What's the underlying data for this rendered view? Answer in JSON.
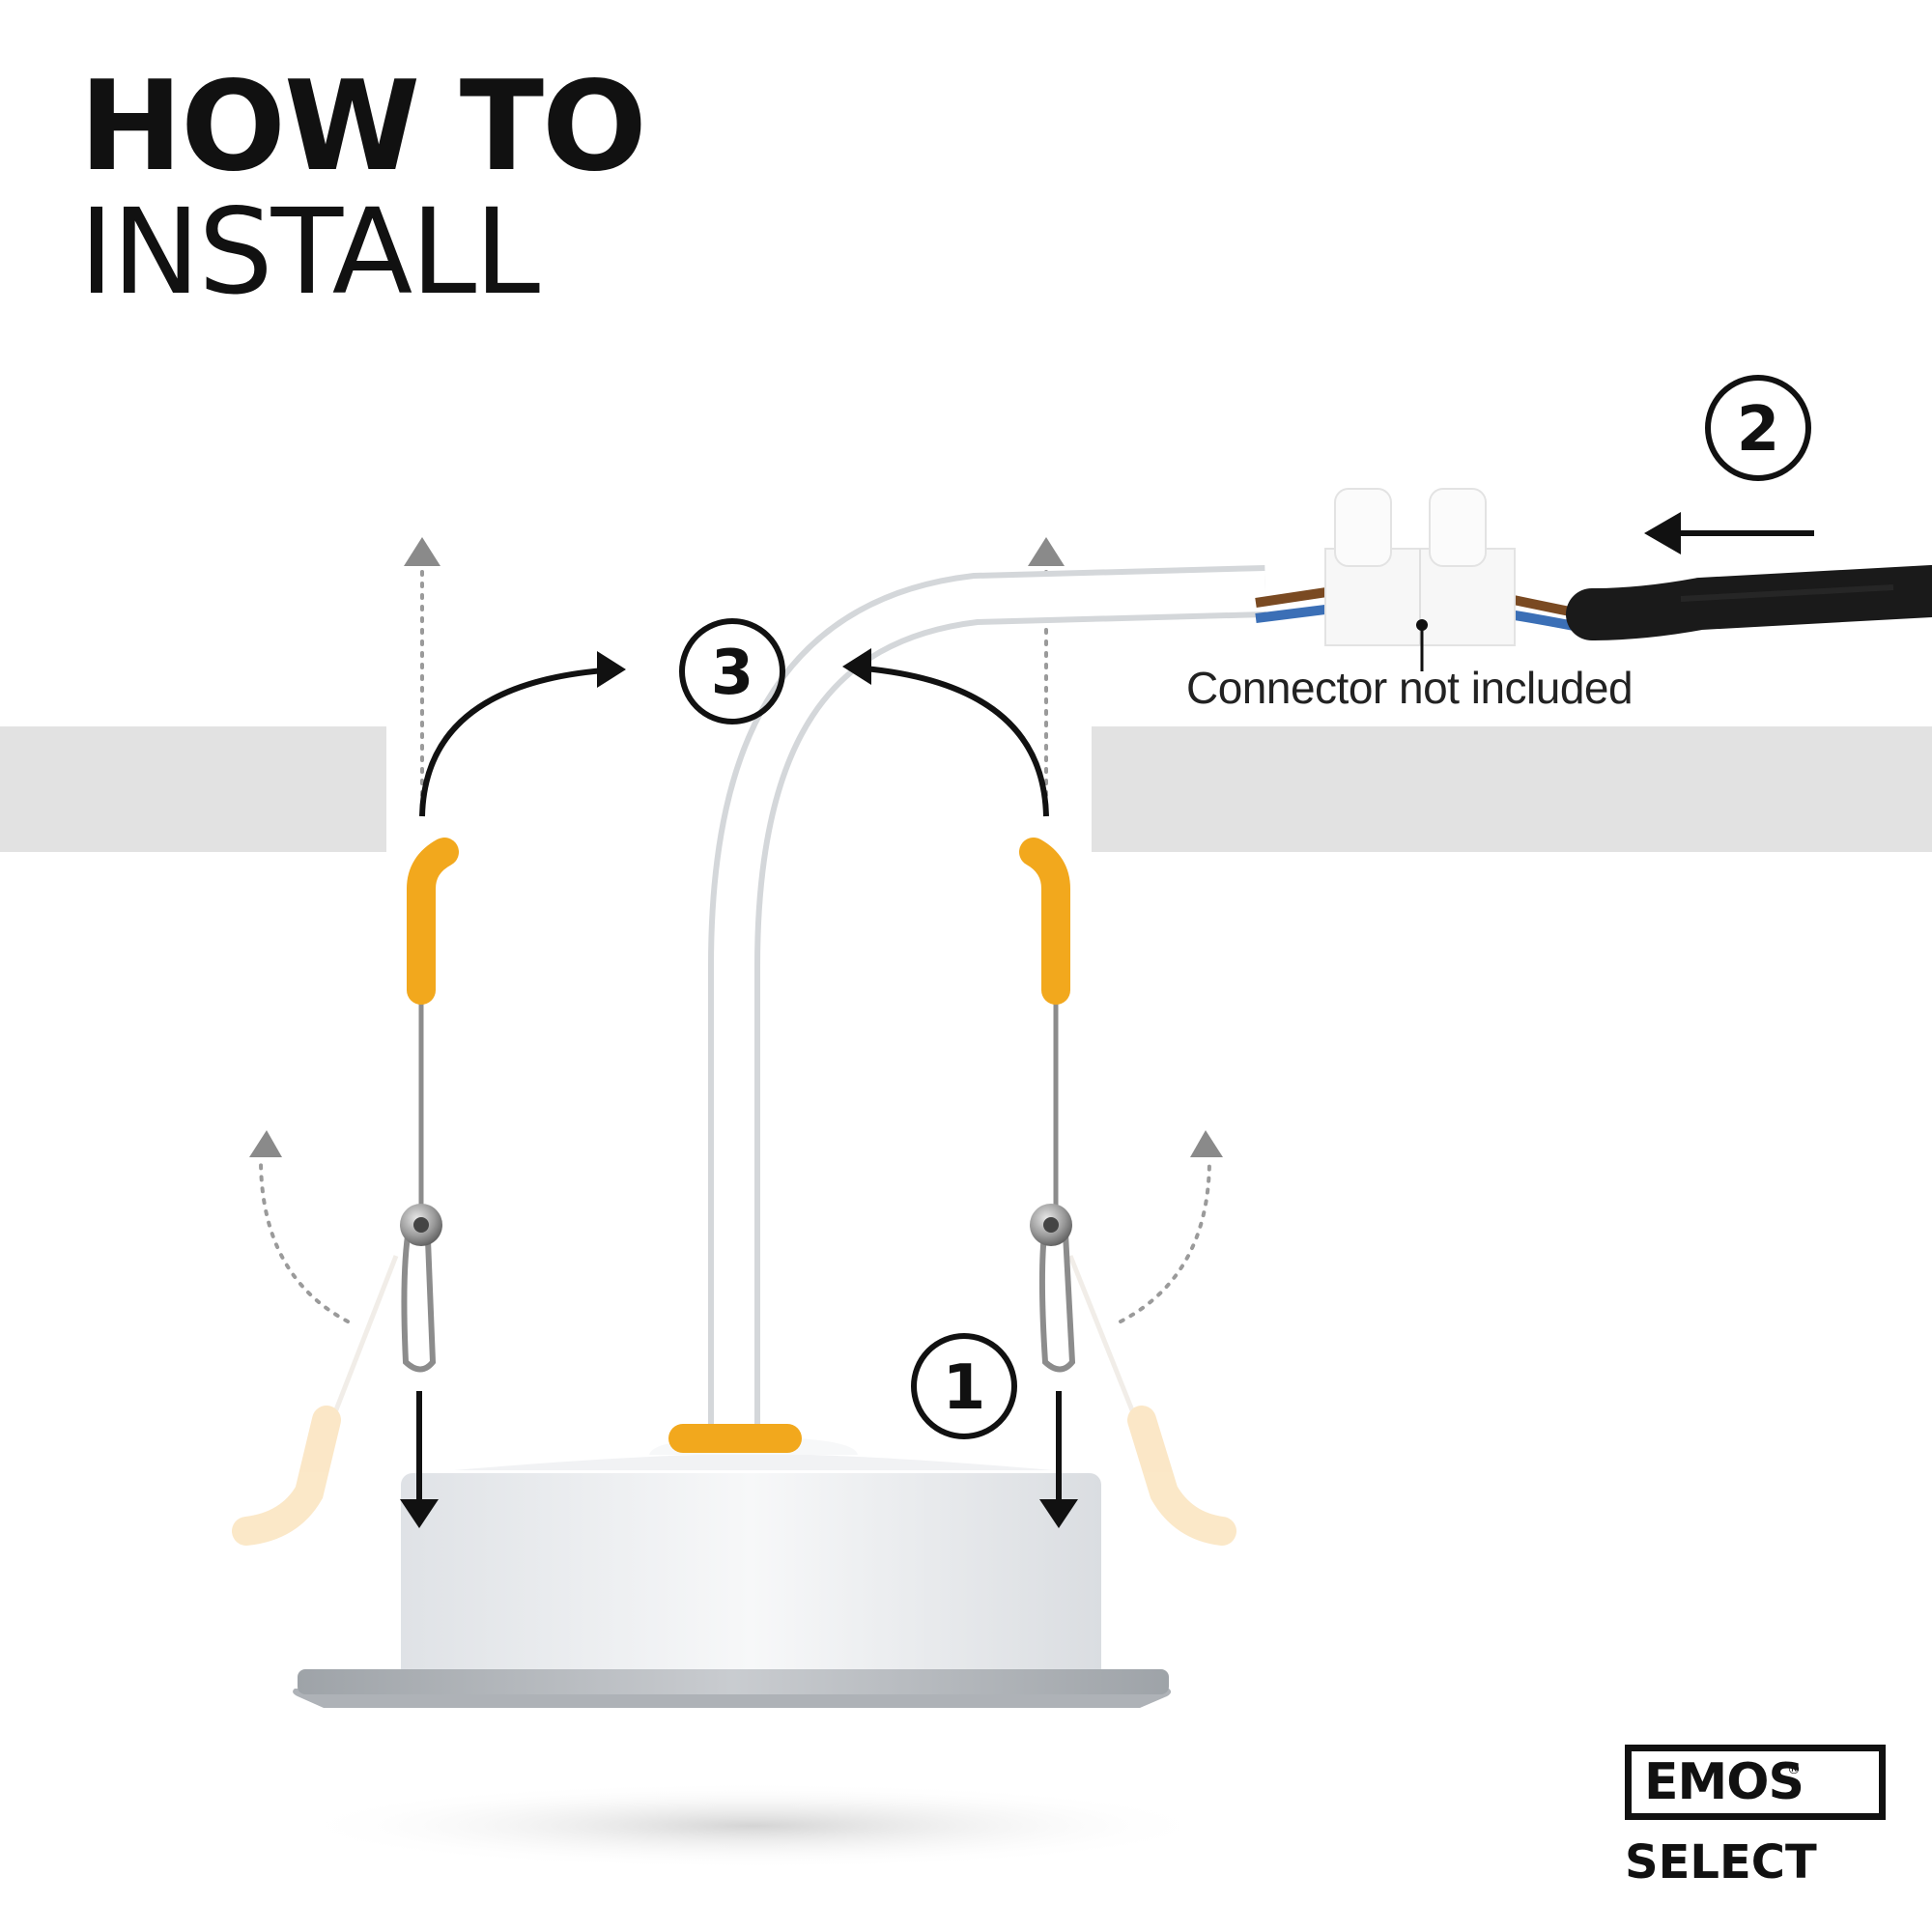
{
  "title": {
    "line1": "HOW TO",
    "line2": "INSTALL"
  },
  "steps": [
    {
      "label": "1"
    },
    {
      "label": "2"
    },
    {
      "label": "3"
    }
  ],
  "connector_note": "Connector not included",
  "logo": {
    "brand": "EMOS",
    "registered": "®",
    "sub": "SELECT"
  },
  "colors": {
    "ceiling": "#e2e2e2",
    "spring_clip_tip": "#f2a81d",
    "spring_clip_tip_faded": "#fbe5c2",
    "cable_outer": "#1a1a1a",
    "wire_brown": "#7a4a22",
    "wire_blue": "#3b6fb6",
    "housing": "#eef0f2",
    "bezel": "#b4b8bd",
    "arrow": "#111111",
    "guide_arrow": "#8a8a8a"
  }
}
